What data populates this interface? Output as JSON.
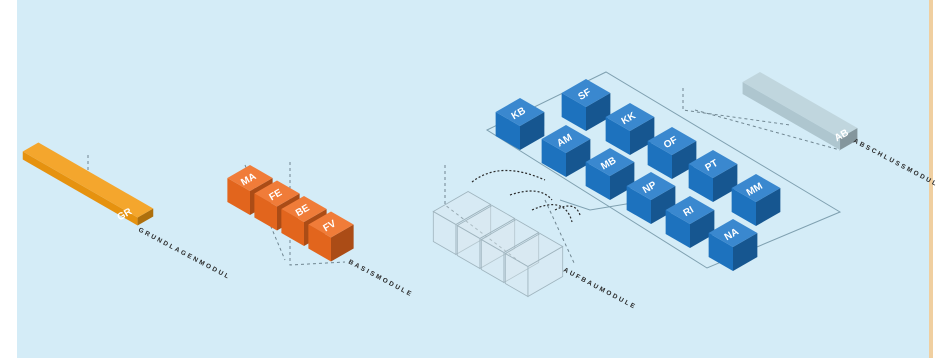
{
  "colors": {
    "background": "#d4ecf7",
    "grundlagen_block": "#f29a10",
    "basis_block": "#ee6a1e",
    "aufbau_block": "#1f78c8",
    "abschluss_block": "#b7d0da",
    "ghost": "#dde9ef",
    "lines": "#6f8590"
  },
  "labels": {
    "grundlagen": "GRUNDLAGENMODUL",
    "basis": "BASISMODULE",
    "aufbau": "AUFBAUMODULE",
    "abschluss": "ABSCHLUSSMODUL"
  },
  "grundlagen_module": [
    "GR"
  ],
  "basis_modules": [
    "MA",
    "FE",
    "BE",
    "FV"
  ],
  "aufbau_modules": [
    "KB",
    "SF",
    "AM",
    "KK",
    "MB",
    "OF",
    "NP",
    "PT",
    "RI",
    "MM",
    "NA"
  ],
  "abschluss_module": [
    "AB"
  ],
  "icons": [
    "dashed-leader-line",
    "curved-arrow-icon"
  ]
}
